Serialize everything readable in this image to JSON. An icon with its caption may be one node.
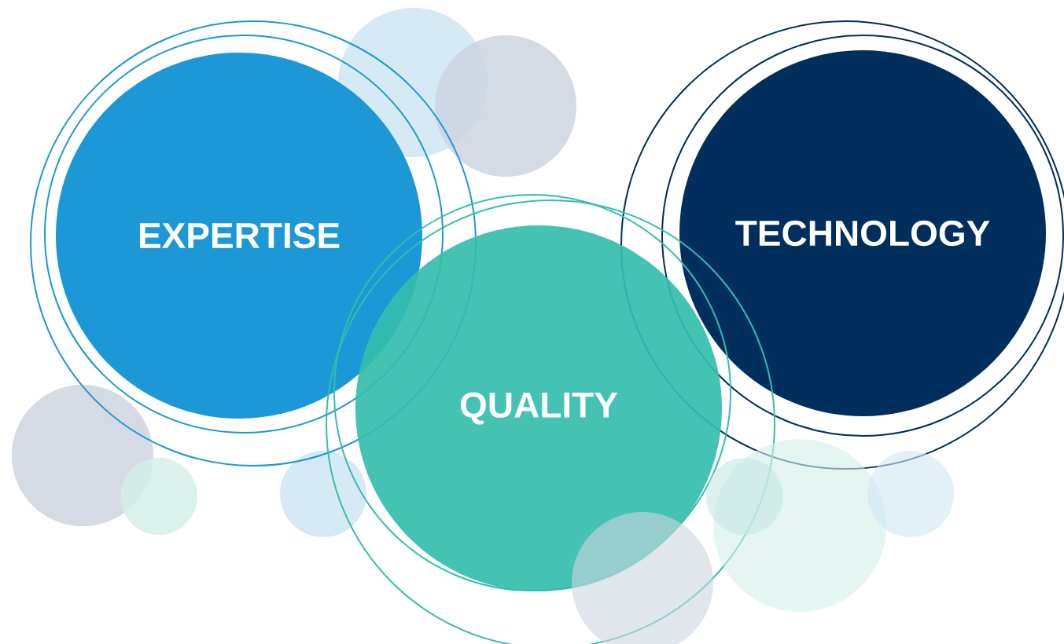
{
  "diagram": {
    "nodes": [
      {
        "text": [
          "EXPERTISE"
        ]
      },
      {
        "text": [
          "QUALITY"
        ]
      },
      {
        "text": [
          "TECHNOLOGY"
        ]
      }
    ]
  }
}
